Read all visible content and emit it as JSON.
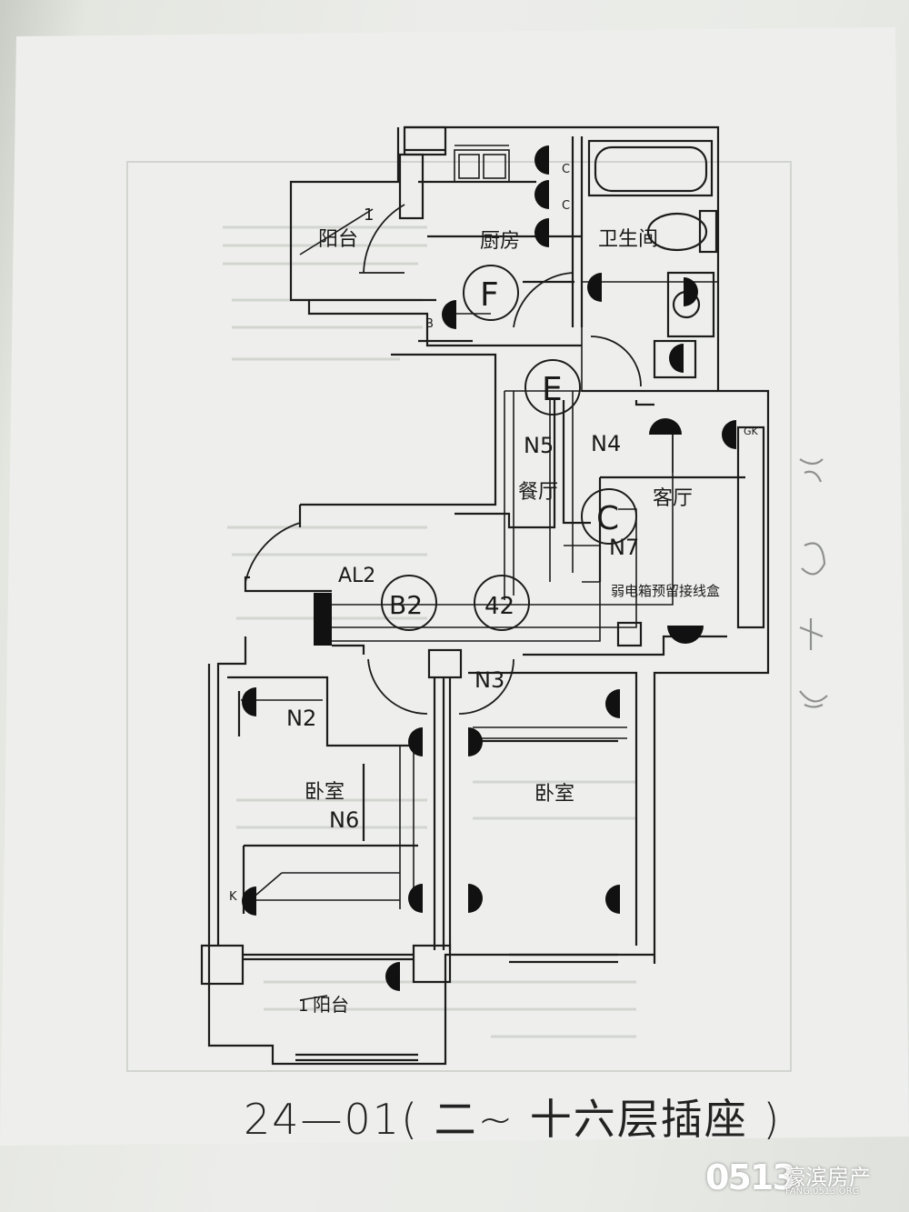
{
  "plan": {
    "title": "24—01(  二~ 十六层插座   )",
    "rooms": {
      "balcony_top": "阳台",
      "kitchen": "厨房",
      "bathroom": "卫生间",
      "dining": "餐厅",
      "living": "客厅",
      "bedroom_left": "卧室",
      "bedroom_right": "卧室",
      "balcony_bottom": "阳台"
    },
    "circuits": {
      "F": "F",
      "E": "E",
      "C": "C",
      "B2": "B2",
      "n42": "42",
      "AL2": "AL2",
      "N2": "N2",
      "N3": "N3",
      "N4": "N4",
      "N5": "N5",
      "N6": "N6",
      "N7": "N7"
    },
    "annotations": {
      "weak_box": "弱电箱预留接线盒",
      "balcony_top_num": "1",
      "balcony_bottom_num": "1",
      "socket_c": "C",
      "socket_b": "B",
      "socket_k": "K",
      "socket_gk": "GK"
    }
  },
  "watermark": {
    "logo_number": "0513",
    "site_name": "濠滨房产",
    "url": "FANG.0513.ORG"
  }
}
